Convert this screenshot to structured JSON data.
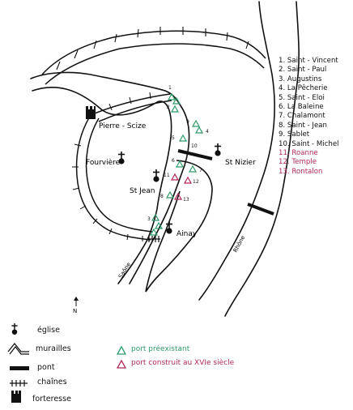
{
  "labels": {
    "pierre_scize": "Pierre - Scize",
    "fourviere": "Fourvière",
    "st_nizier": "St Nizier",
    "st_jean": "St Jean",
    "ainay": "Ainay",
    "saone": "Saône",
    "rhone": "Rhône",
    "north": "N"
  },
  "port_list": [
    {
      "text": "1. Saint - Vincent",
      "kind": "existing"
    },
    {
      "text": "2. Saint - Paul",
      "kind": "existing"
    },
    {
      "text": "3. Augustins",
      "kind": "existing"
    },
    {
      "text": "4. La Pêcherie",
      "kind": "existing"
    },
    {
      "text": "5. Saint - Eloi",
      "kind": "existing"
    },
    {
      "text": "6. La Baleine",
      "kind": "existing"
    },
    {
      "text": "7. Chalamont",
      "kind": "existing"
    },
    {
      "text": "8. Saint - Jean",
      "kind": "existing"
    },
    {
      "text": "9. Sablet",
      "kind": "existing"
    },
    {
      "text": "10. Saint - Michel",
      "kind": "existing"
    },
    {
      "text": "11. Roanne",
      "kind": "new"
    },
    {
      "text": "12. Temple",
      "kind": "new"
    },
    {
      "text": "13. Rontalon",
      "kind": "new"
    }
  ],
  "symbol_legend": {
    "church": "église",
    "walls": "murailles",
    "bridge": "pont",
    "chains": "chaînes",
    "fortress": "forteresse"
  },
  "port_legend": {
    "existing": "port préexistant",
    "new": "port construit au XVIe siècle"
  },
  "map_numbers": [
    "1",
    "2",
    "3",
    "4",
    "5",
    "6",
    "7",
    "8",
    "9",
    "10",
    "11",
    "12",
    "13"
  ],
  "colors": {
    "existing_port": "#2e9b6a",
    "new_port": "#b3285a",
    "ink": "#111111"
  }
}
